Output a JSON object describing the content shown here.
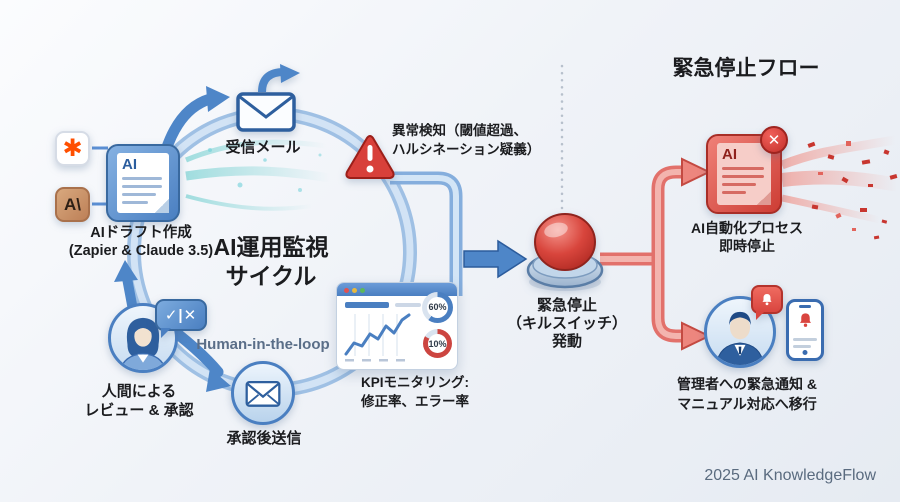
{
  "diagram": {
    "flow_title": "緊急停止フロー",
    "credit": "2025 AI KnowledgeFlow"
  },
  "cycle": {
    "title": [
      "AI運用監視",
      "サイクル"
    ],
    "ai_draft": {
      "label": [
        "AIドラフト作成",
        "(Zapier & Claude 3.5)"
      ],
      "doc_text": "AI",
      "zapier_glyph": "✱",
      "claude_glyph": "A\\"
    },
    "inbox_mail": {
      "label": "受信メール"
    },
    "anomaly": {
      "label": [
        "異常検知（閾値超過、",
        "ハルシネーション疑義）"
      ]
    },
    "kpi": {
      "label": [
        "KPIモニタリング:",
        "修正率、エラー率"
      ],
      "gauges": [
        "60%",
        "10%"
      ]
    },
    "review": {
      "label": [
        "人間による",
        "レビュー & 承認"
      ],
      "bubble_glyphs": "✓|✕"
    },
    "hitl_label": "Human-in-the-loop",
    "send_mail": {
      "label": "承認後送信"
    }
  },
  "emergency": {
    "button": {
      "label": [
        "緊急停止",
        "（キルスイッチ）",
        "発動"
      ]
    },
    "stop_process": {
      "label": [
        "AI自動化プロセス",
        "即時停止"
      ],
      "doc_text": "AI",
      "badge_glyph": "✕"
    },
    "notify_admin": {
      "label": [
        "管理者への緊急通知 &",
        "マニュアル対応へ移行"
      ]
    }
  },
  "colors": {
    "accent_blue": "#4a7fc1",
    "ring_blue": "#9fc0e4",
    "alert_red": "#d9453f"
  }
}
